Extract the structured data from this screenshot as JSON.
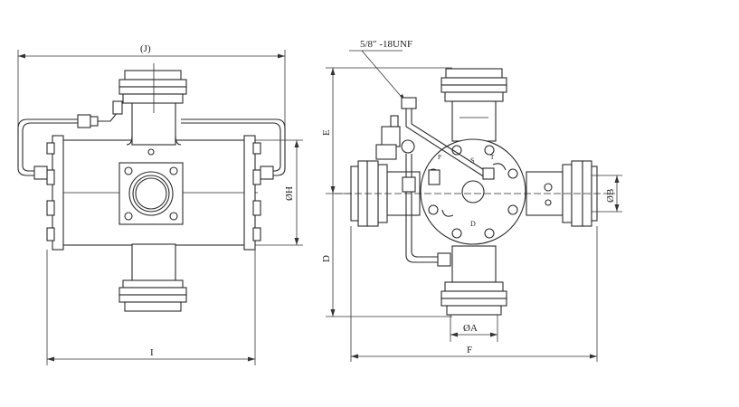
{
  "labels": {
    "J": "(J)",
    "H": "ØH",
    "I": "I",
    "thread": "5/8″ -18UNF",
    "E": "E",
    "D": "D",
    "A": "ØA",
    "B": "ØB",
    "F": "F",
    "port_s": "S",
    "port_d": "D",
    "port_p": "P",
    "port_t": "T"
  },
  "colors": {
    "line": "#2a2a2a",
    "background": "#ffffff"
  }
}
